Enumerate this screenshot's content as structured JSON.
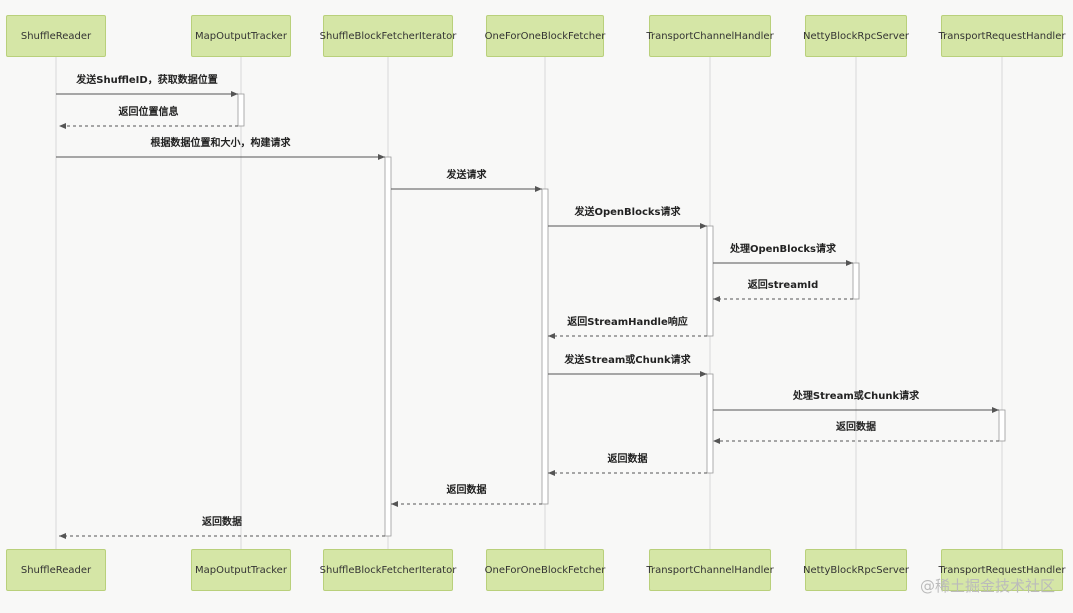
{
  "participants": [
    "ShuffleReader",
    "MapOutputTracker",
    "ShuffleBlockFetcherIterator",
    "OneForOneBlockFetcher",
    "TransportChannelHandler",
    "NettyBlockRpcServer",
    "TransportRequestHandler"
  ],
  "messages": [
    {
      "from": 0,
      "to": 1,
      "type": "call",
      "label": "发送ShuffleID，获取数据位置"
    },
    {
      "from": 1,
      "to": 0,
      "type": "return",
      "label": "返回位置信息"
    },
    {
      "from": 0,
      "to": 2,
      "type": "call",
      "label": "根据数据位置和大小，构建请求"
    },
    {
      "from": 2,
      "to": 3,
      "type": "call",
      "label": "发送请求"
    },
    {
      "from": 3,
      "to": 4,
      "type": "call",
      "label": "发送OpenBlocks请求"
    },
    {
      "from": 4,
      "to": 5,
      "type": "call",
      "label": "处理OpenBlocks请求"
    },
    {
      "from": 5,
      "to": 4,
      "type": "return",
      "label": "返回streamId"
    },
    {
      "from": 4,
      "to": 3,
      "type": "return",
      "label": "返回StreamHandle响应"
    },
    {
      "from": 3,
      "to": 4,
      "type": "call",
      "label": "发送Stream或Chunk请求"
    },
    {
      "from": 4,
      "to": 6,
      "type": "call",
      "label": "处理Stream或Chunk请求"
    },
    {
      "from": 6,
      "to": 4,
      "type": "return",
      "label": "返回数据"
    },
    {
      "from": 4,
      "to": 3,
      "type": "return",
      "label": "返回数据"
    },
    {
      "from": 3,
      "to": 2,
      "type": "return",
      "label": "返回数据"
    },
    {
      "from": 2,
      "to": 0,
      "type": "return",
      "label": "返回数据"
    }
  ],
  "activations": [
    {
      "participant": 1,
      "from_message": 0,
      "to_message": 1
    },
    {
      "participant": 2,
      "from_message": 2,
      "to_message": 13
    },
    {
      "participant": 3,
      "from_message": 3,
      "to_message": 12
    },
    {
      "participant": 4,
      "from_message": 4,
      "to_message": 7
    },
    {
      "participant": 5,
      "from_message": 5,
      "to_message": 6
    },
    {
      "participant": 4,
      "from_message": 8,
      "to_message": 11
    },
    {
      "participant": 6,
      "from_message": 9,
      "to_message": 10
    }
  ],
  "colors": {
    "actor_fill": "#d5e6a6",
    "actor_border": "#b9d07b",
    "lifeline": "#d8d8d8",
    "arrow": "#555555",
    "activation_fill": "#ffffff",
    "activation_border": "#9a9a9a"
  },
  "watermark": "@稀土掘金技术社区"
}
